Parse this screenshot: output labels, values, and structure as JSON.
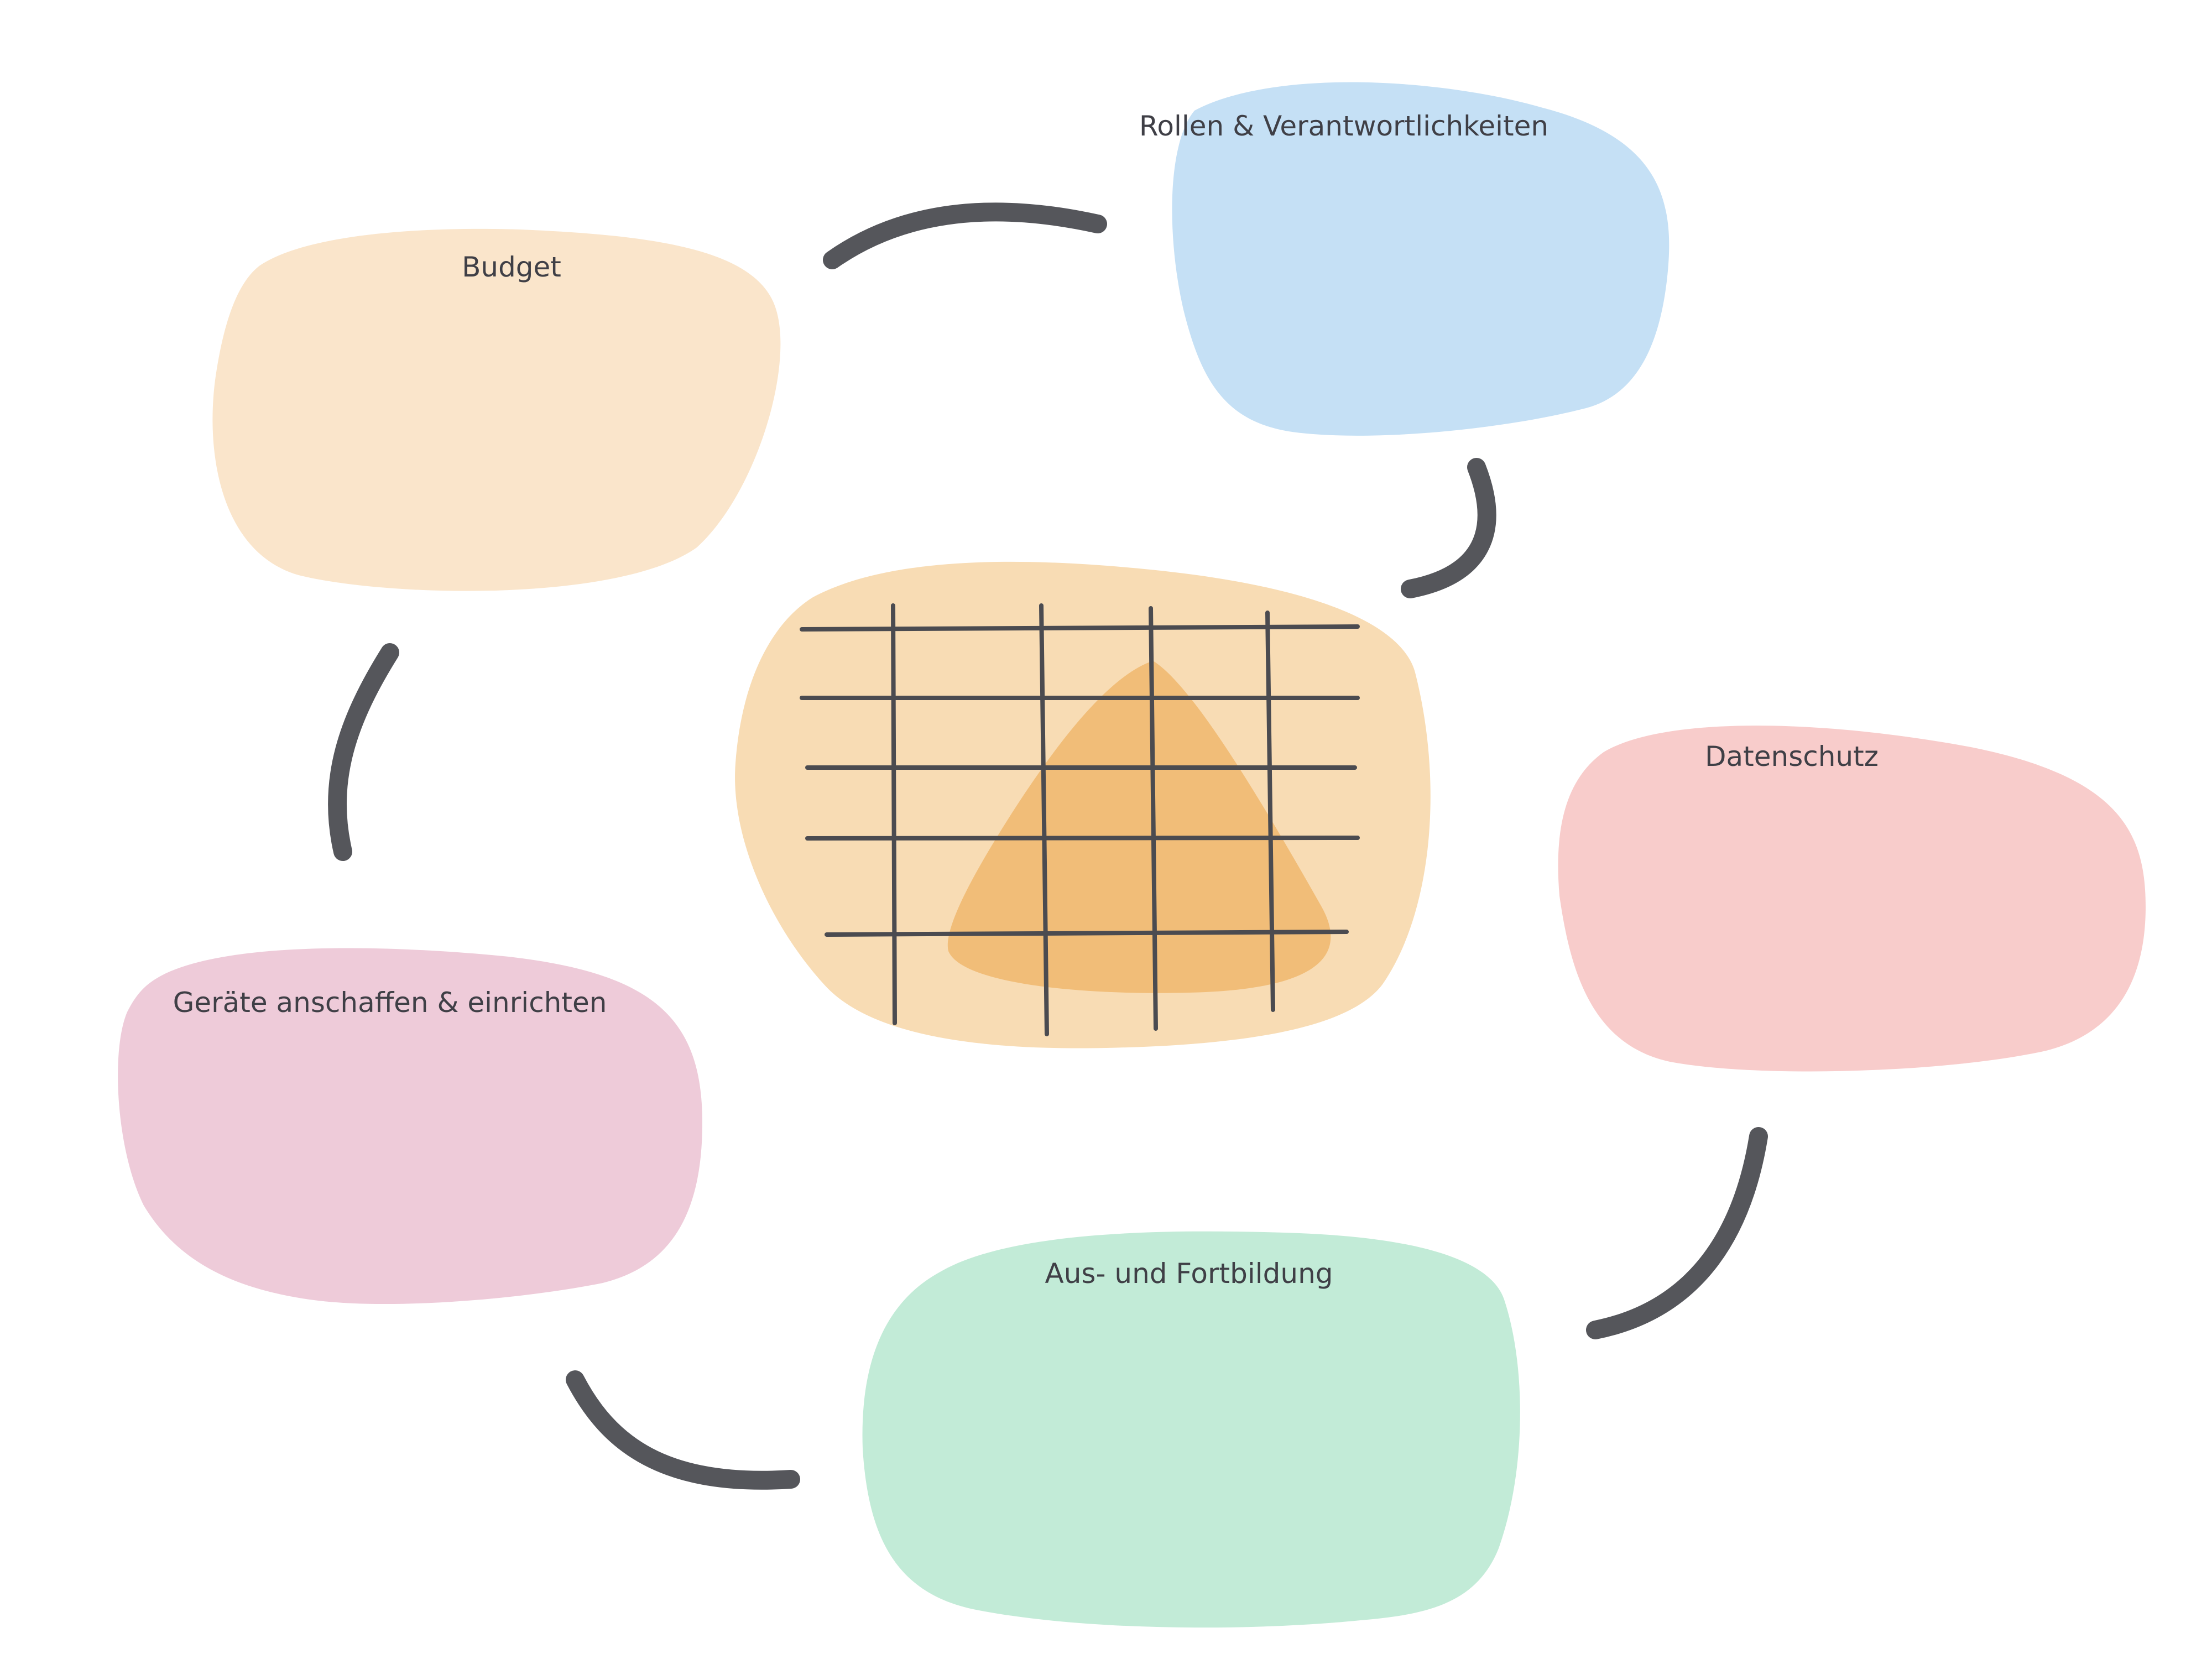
{
  "colors": {
    "background": "#ffffff",
    "connector": "#55565b",
    "text": "#3f3f46",
    "center_blob": "#f8dcb4",
    "center_triangle": "#f1bd78",
    "grid": "#4b4b50"
  },
  "nodes": {
    "roles": {
      "label": "Rollen & Verantwortlichkeiten",
      "color": "#c5e0f5"
    },
    "budget": {
      "label": "Budget",
      "color": "#fae5cb"
    },
    "privacy": {
      "label": "Datenschutz",
      "color": "#f8cccb"
    },
    "devices": {
      "label": "Geräte anschaffen & einrichten",
      "color": "#eecbd9"
    },
    "training": {
      "label": "Aus- und Fortbildung",
      "color": "#c2ebd7"
    }
  },
  "center": {
    "icon": "spreadsheet-with-triangle-icon"
  }
}
